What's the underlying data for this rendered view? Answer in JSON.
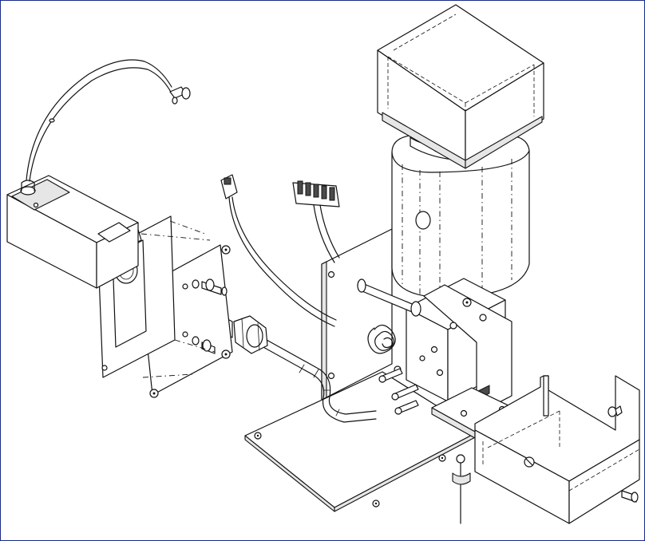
{
  "figure": {
    "type": "exploded-assembly-line-drawing",
    "style": "black-and-white technical illustration",
    "frame_color": "#1a2a8a"
  },
  "parts": {
    "top_cover": "box-cover",
    "coil_housing": "cylindrical-coil-housing",
    "valve_block": "valve-manifold-block",
    "mounting_plate": "mounting-base-plate",
    "side_cover": "open-side-cover",
    "junction_box": "electrical-junction-box",
    "bracket": "mounting-bracket",
    "adapter_plate": "adapter-plate",
    "connector": "cable-connector-and-nut",
    "sensor_cable": "sensor-cable-with-plug",
    "terminal_strip": "terminal-strip-connector",
    "wire_plug": "two-pin-wire-plug",
    "tube": "bent-tube",
    "screws": "screws-and-washers"
  },
  "label_plate": {
    "text": ""
  }
}
